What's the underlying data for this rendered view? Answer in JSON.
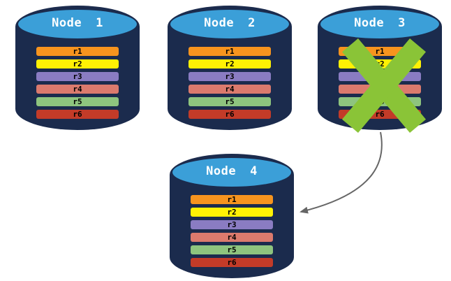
{
  "diagram": {
    "background": "#FFFFFF",
    "palette": {
      "cylinder_body": "#1B2B4D",
      "cylinder_top": "#3B9FD8",
      "node_label_text": "#FFFFFF",
      "replica_label_text": "#000000",
      "failure_x": "#8AC437",
      "arrow": "#666666"
    },
    "nodes": [
      {
        "label": "Node 1",
        "failed": false,
        "replicas": [
          {
            "label": "r1",
            "color": "#F7941E"
          },
          {
            "label": "r2",
            "color": "#FFF104"
          },
          {
            "label": "r3",
            "color": "#8A7CC2"
          },
          {
            "label": "r4",
            "color": "#DB7A6D"
          },
          {
            "label": "r5",
            "color": "#8EC47E"
          },
          {
            "label": "r6",
            "color": "#C33B28"
          }
        ]
      },
      {
        "label": "Node 2",
        "failed": false,
        "replicas": [
          {
            "label": "r1",
            "color": "#F7941E"
          },
          {
            "label": "r2",
            "color": "#FFF104"
          },
          {
            "label": "r3",
            "color": "#8A7CC2"
          },
          {
            "label": "r4",
            "color": "#DB7A6D"
          },
          {
            "label": "r5",
            "color": "#8EC47E"
          },
          {
            "label": "r6",
            "color": "#C33B28"
          }
        ]
      },
      {
        "label": "Node 3",
        "failed": true,
        "replicas": [
          {
            "label": "r1",
            "color": "#F7941E"
          },
          {
            "label": "r2",
            "color": "#FFF104"
          },
          {
            "label": "r3",
            "color": "#8A7CC2"
          },
          {
            "label": "r4",
            "color": "#DB7A6D"
          },
          {
            "label": "r5",
            "color": "#8EC47E"
          },
          {
            "label": "r6",
            "color": "#C33B28"
          }
        ]
      },
      {
        "label": "Node 4",
        "failed": false,
        "replicas": [
          {
            "label": "r1",
            "color": "#F7941E"
          },
          {
            "label": "r2",
            "color": "#FFF104"
          },
          {
            "label": "r3",
            "color": "#8A7CC2"
          },
          {
            "label": "r4",
            "color": "#DB7A6D"
          },
          {
            "label": "r5",
            "color": "#8EC47E"
          },
          {
            "label": "r6",
            "color": "#C33B28"
          }
        ]
      }
    ],
    "arrow": {
      "from": "Node 3",
      "to": "Node 4",
      "color": "#666666"
    }
  }
}
